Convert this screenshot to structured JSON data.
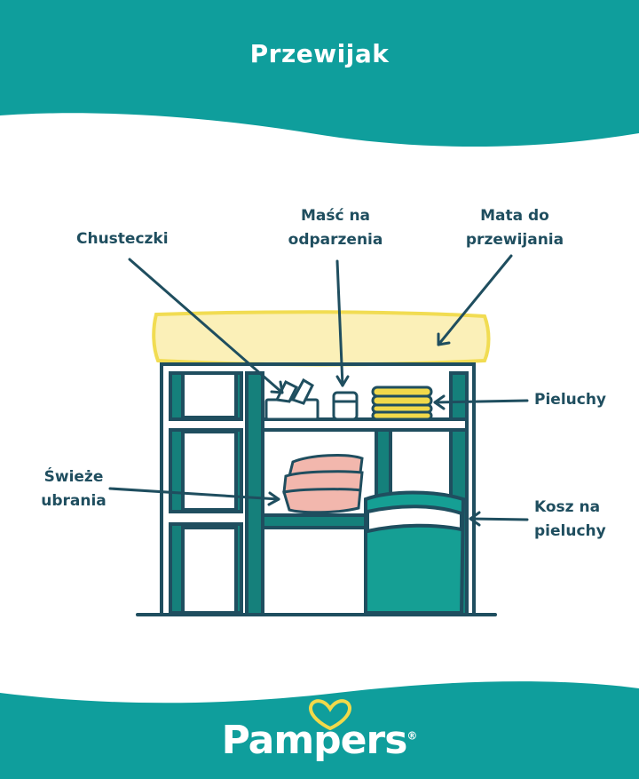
{
  "title": "Przewijak",
  "labels": {
    "wipes": "Chusteczki",
    "ointment_line1": "Maść na",
    "ointment_line2": "odparzenia",
    "mat_line1": "Mata do",
    "mat_line2": "przewijania",
    "diapers": "Pieluchy",
    "clothes_line1": "Świeże",
    "clothes_line2": "ubrania",
    "bin_line1": "Kosz na",
    "bin_line2": "pieluchy"
  },
  "logo": {
    "brand": "Pampers",
    "registered": "®"
  },
  "colors": {
    "teal_band": "#0f9e9c",
    "dark_teal": "#1f4e5f",
    "frame_teal": "#15807b",
    "bin_teal": "#159f94",
    "mat_yellow": "#fbf0b8",
    "mat_outline": "#f1dc52",
    "diaper_yellow": "#f1d94a",
    "clothes_pink": "#f2b7ad",
    "logo_heart": "#f1d94a"
  }
}
